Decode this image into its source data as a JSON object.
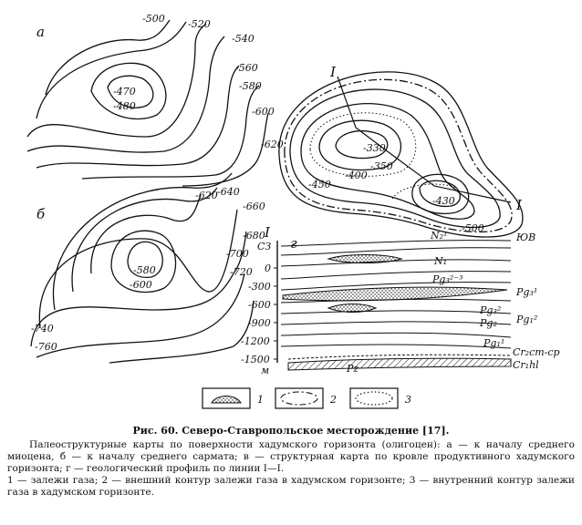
{
  "panels": {
    "a": {
      "letter": "а",
      "contour_labels": [
        "-500",
        "-520",
        "-540",
        "-560",
        "-580",
        "-600",
        "-620",
        "-470",
        "-480"
      ]
    },
    "b": {
      "letter": "б",
      "contour_labels": [
        "-620",
        "-640",
        "-660",
        "-680",
        "-700",
        "-720",
        "-580",
        "-600",
        "-740",
        "-760"
      ]
    },
    "v": {
      "line_label_1": "I",
      "line_label_2": "I",
      "contour_labels": [
        "-330",
        "-350",
        "-400",
        "-450",
        "-430",
        "-500"
      ]
    },
    "g": {
      "letter": "г",
      "profile_label": "I",
      "left_dir": "СЗ",
      "right_dir": "ЮВ",
      "depth_ticks": [
        "0",
        "-300",
        "-600",
        "-900",
        "-1200",
        "-1500"
      ],
      "depth_unit": "м",
      "layers": [
        "N₂¹",
        "N₁",
        "Pg₃²⁻³",
        "Pg₃¹",
        "Pg₃²",
        "Pg₂",
        "Pg₁²",
        "Pg₁¹",
        "Cr₂cm-cp",
        "Cr₁hl",
        "Pz"
      ]
    }
  },
  "legend": {
    "items": [
      {
        "num": "1"
      },
      {
        "num": "2"
      },
      {
        "num": "3"
      }
    ]
  },
  "caption": {
    "title": "Рис. 60. Северо-Ставропольское месторождение [17].",
    "line1": "Палеоструктурные карты по поверхности хадумского горизонта (олигоцен): а — к началу среднего миоцена, б — к началу среднего сармата; в — структурная карта по кровле продуктивного хадумского горизонта; г — геологический профиль по линии I—I.",
    "line2": "1 — залежи газа; 2 — внешний контур залежи газа в хадумском горизонте; 3 — внутренний контур залежи газа в хадумском горизонте."
  }
}
